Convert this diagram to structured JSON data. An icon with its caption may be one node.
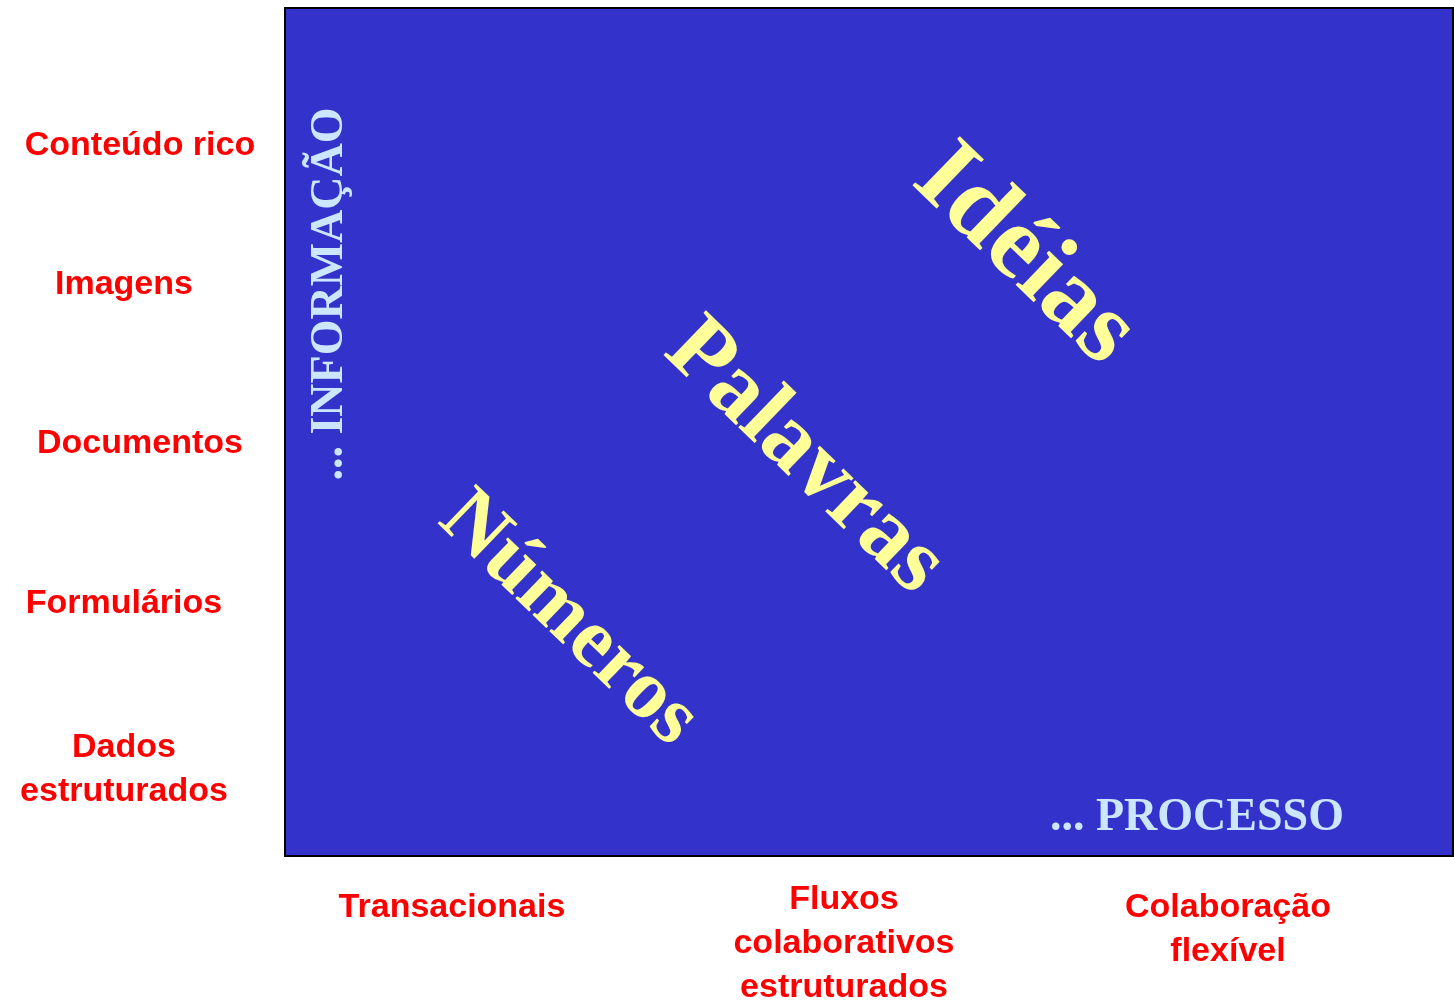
{
  "diagram": {
    "nodes": [
      {
        "text": [],
        "shape": "box"
      }
    ],
    "labels": [
      "Conteúdo rico",
      "Imagens",
      "Documentos",
      "Formulários",
      "Dados estruturados",
      "... INFORMAÇÃO",
      "Idéias",
      "Palavras",
      "Números",
      "... PROCESSO",
      "Transacionais",
      "Fluxos colaborativos estruturados",
      "Colaboração flexível"
    ]
  }
}
